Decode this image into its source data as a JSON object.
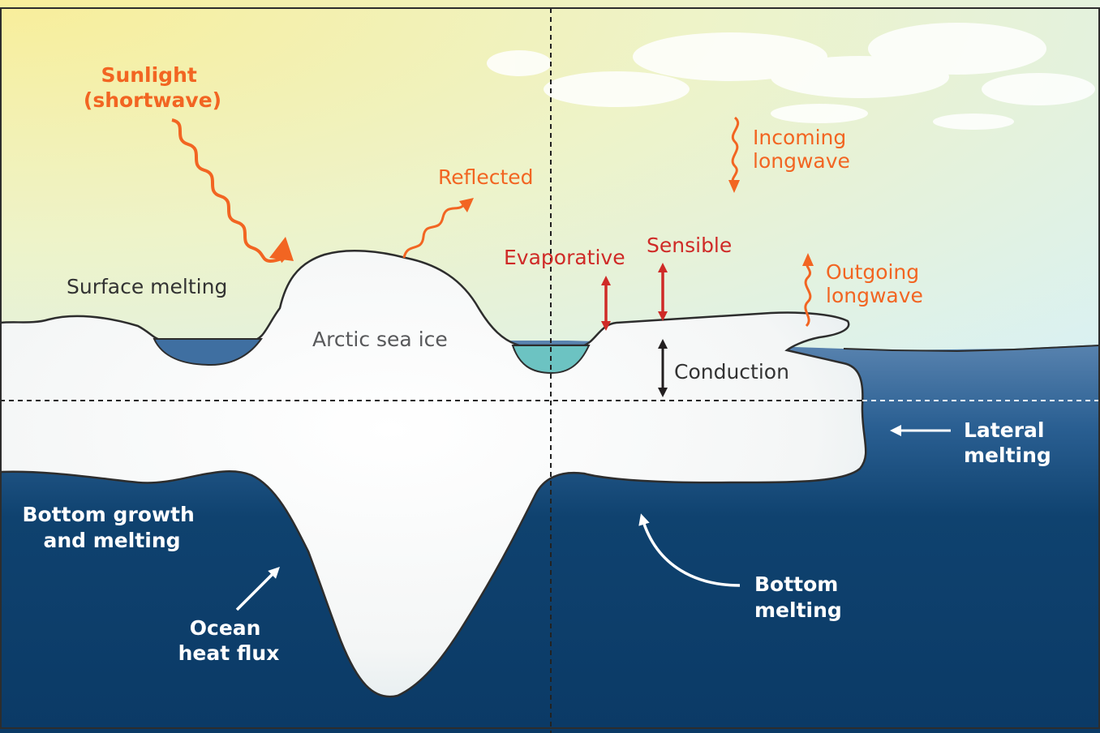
{
  "labels": {
    "sunlight_line1": "Sunlight",
    "sunlight_line2": "(shortwave)",
    "reflected": "Reflected",
    "incoming_line1": "Incoming",
    "incoming_line2": "longwave",
    "evaporative": "Evaporative",
    "sensible": "Sensible",
    "outgoing_line1": "Outgoing",
    "outgoing_line2": "longwave",
    "surface_melting": "Surface melting",
    "arctic_sea_ice": "Arctic sea ice",
    "conduction": "Conduction",
    "lateral_line1": "Lateral",
    "lateral_line2": "melting",
    "bottom_growth_line1": "Bottom growth",
    "bottom_growth_line2": "and melting",
    "ocean_heat_line1": "Ocean",
    "ocean_heat_line2": "heat flux",
    "bottom_melting_line1": "Bottom",
    "bottom_melting_line2": "melting"
  },
  "colors": {
    "sky_top_left": "#f8ee9a",
    "sky_right": "#dff2f4",
    "ocean_surface": "#4f7aa8",
    "ocean_deep": "#0d3f6e",
    "ice": "#f6f8f8",
    "melt_pond_blue": "#3f6fa1",
    "melt_pond_teal": "#6cc3c2",
    "shortwave_orange": "#f26522",
    "turbulent_red": "#cf2a27",
    "conduction_dark": "#231f20"
  }
}
